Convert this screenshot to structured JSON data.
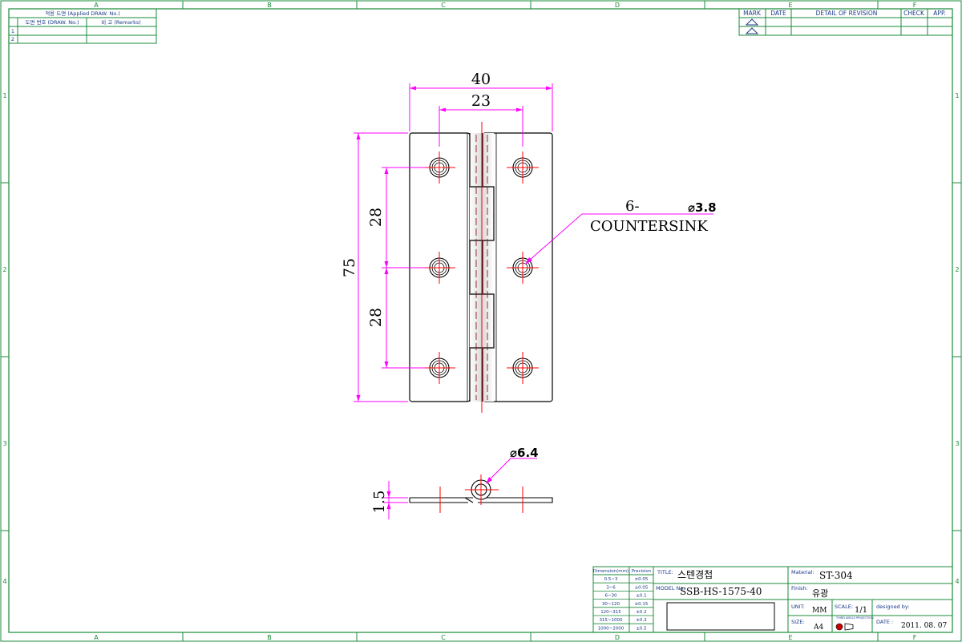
{
  "frame": {
    "zone_columns": [
      "A",
      "B",
      "C",
      "D",
      "E",
      "F"
    ],
    "zone_rows": [
      "1",
      "2",
      "3",
      "4"
    ]
  },
  "applied_drawing": {
    "title": "적용 도면 (Applied DRAW. No.)",
    "col_drawing_no": "도면 번호 (DRAW. No.)",
    "col_remarks": "비 고 (Remarks)",
    "row_numbers": [
      "1",
      "2"
    ]
  },
  "revision_table": {
    "headers": {
      "mark": "MARK",
      "date": "DATE",
      "detail": "DETAIL OF REVISION",
      "check": "CHECK",
      "app": "APP."
    }
  },
  "front_view": {
    "overall_width": "40",
    "hole_spacing": "23",
    "overall_height": "75",
    "pitch_upper": "28",
    "pitch_lower": "28",
    "hole_callout_qty": "6-",
    "hole_callout_dia": "⌀3.8",
    "hole_callout_note": "COUNTERSINK"
  },
  "side_view": {
    "pin_dia": "⌀6.4",
    "thickness": "1.5"
  },
  "tolerance_table": {
    "header_dimension": "Dimension(mm)",
    "header_precision": "Precision",
    "rows": [
      {
        "range": "0.5~3",
        "tol": "±0.05"
      },
      {
        "range": "3~6",
        "tol": "±0.05"
      },
      {
        "range": "6~30",
        "tol": "±0.1"
      },
      {
        "range": "30~120",
        "tol": "±0.15"
      },
      {
        "range": "120~315",
        "tol": "±0.2"
      },
      {
        "range": "315~1000",
        "tol": "±0.3"
      },
      {
        "range": "1000~2000",
        "tol": "±0.5"
      }
    ]
  },
  "title_block": {
    "title_label": "TITLE:",
    "title_value": "스텐경첩",
    "model_label": "MODEL No.",
    "model_value": "SSB-HS-1575-40",
    "material_label": "Material:",
    "material_value": "ST-304",
    "finish_label": "Finish:",
    "finish_value": "유광",
    "unit_label": "UNIT:",
    "unit_value": "MM",
    "scale_label": "SCALE:",
    "scale_value": "1/1",
    "designed_label": "designed by:",
    "size_label": "SIZE:",
    "size_value": "A4",
    "projection_label": "THIRD ANGLE PROJECTION",
    "date_label": "DATE :",
    "date_value": "2011. 08. 07"
  },
  "colors": {
    "outline": "#000000",
    "dimension": "#ff00ff",
    "centerline": "#ff0000",
    "frame": "#1a8a3a"
  }
}
